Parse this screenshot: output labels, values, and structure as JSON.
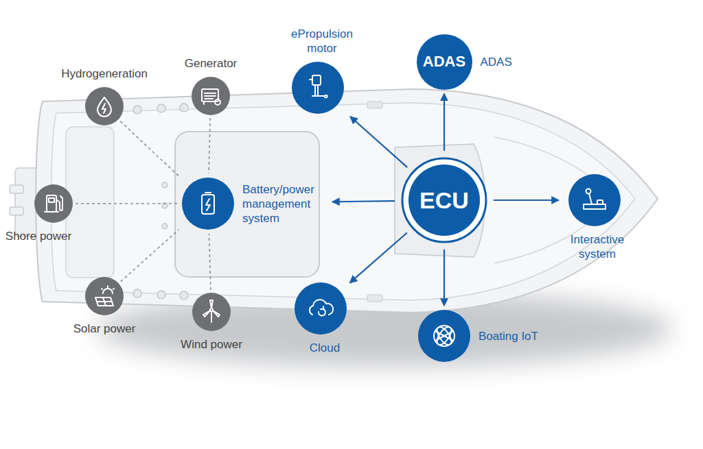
{
  "diagram": {
    "nodes": [
      {
        "text": [
          "Hydrogeneration"
        ]
      },
      {
        "text": [
          "Generator"
        ]
      },
      {
        "text": [
          "ePropulsion motor"
        ]
      },
      {
        "text": [
          "ADAS",
          "ADAS"
        ]
      },
      {
        "text": [
          "Shore power"
        ]
      },
      {
        "text": [
          "Battery/power management system"
        ]
      },
      {
        "text": [
          "ECU"
        ]
      },
      {
        "text": [
          "Interactive system"
        ]
      },
      {
        "text": [
          "Solar power"
        ]
      },
      {
        "text": [
          "Wind power"
        ]
      },
      {
        "text": [
          "Cloud"
        ]
      },
      {
        "text": [
          "Boating IoT"
        ]
      }
    ],
    "edges": [
      {
        "from": 6,
        "to": 2,
        "arrow": "to"
      },
      {
        "from": 6,
        "to": 3,
        "arrow": "to"
      },
      {
        "from": 6,
        "to": 5,
        "arrow": "to"
      },
      {
        "from": 6,
        "to": 7,
        "arrow": "to"
      },
      {
        "from": 6,
        "to": 10,
        "arrow": "to"
      },
      {
        "from": 6,
        "to": 11,
        "arrow": "to"
      },
      {
        "from": 0,
        "to": 5,
        "arrow": "none"
      },
      {
        "from": 1,
        "to": 5,
        "arrow": "none"
      },
      {
        "from": 4,
        "to": 5,
        "arrow": "none"
      },
      {
        "from": 8,
        "to": 5,
        "arrow": "none"
      },
      {
        "from": 9,
        "to": 5,
        "arrow": "none"
      }
    ]
  }
}
